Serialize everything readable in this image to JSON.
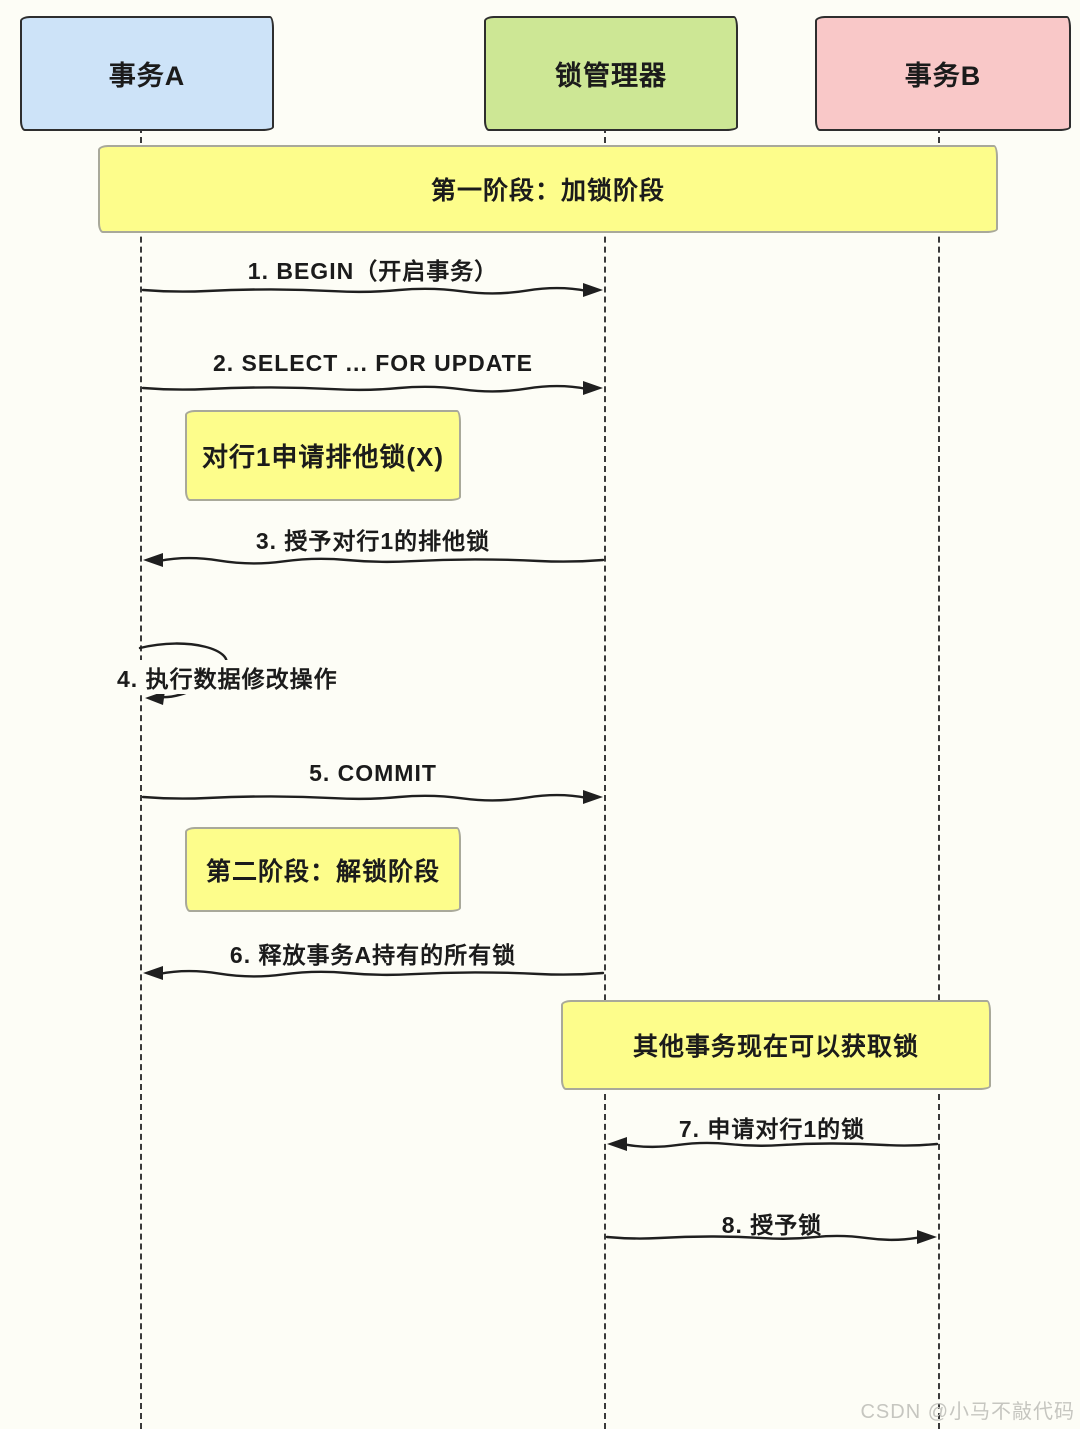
{
  "diagram": {
    "actors": [
      {
        "name": "事务A",
        "fill": "#cde3f8"
      },
      {
        "name": "锁管理器",
        "fill": "#cde795"
      },
      {
        "name": "事务B",
        "fill": "#f9c8c8"
      }
    ],
    "phases": [
      {
        "label": "第一阶段：加锁阶段"
      },
      {
        "label": "第二阶段：解锁阶段"
      }
    ],
    "notes": [
      {
        "label": "对行1申请排他锁(X)"
      },
      {
        "label": "其他事务现在可以获取锁"
      }
    ],
    "messages": [
      {
        "num": 1,
        "label": "1. BEGIN（开启事务）",
        "from": "事务A",
        "to": "锁管理器",
        "direction": "right"
      },
      {
        "num": 2,
        "label": "2. SELECT ... FOR UPDATE",
        "from": "事务A",
        "to": "锁管理器",
        "direction": "right"
      },
      {
        "num": 3,
        "label": "3. 授予对行1的排他锁",
        "from": "锁管理器",
        "to": "事务A",
        "direction": "left"
      },
      {
        "num": 4,
        "label": "4. 执行数据修改操作",
        "from": "事务A",
        "to": "事务A",
        "direction": "self"
      },
      {
        "num": 5,
        "label": "5. COMMIT",
        "from": "事务A",
        "to": "锁管理器",
        "direction": "right"
      },
      {
        "num": 6,
        "label": "6. 释放事务A持有的所有锁",
        "from": "锁管理器",
        "to": "事务A",
        "direction": "left"
      },
      {
        "num": 7,
        "label": "7. 申请对行1的锁",
        "from": "事务B",
        "to": "锁管理器",
        "direction": "left"
      },
      {
        "num": 8,
        "label": "8. 授予锁",
        "from": "锁管理器",
        "to": "事务B",
        "direction": "right"
      }
    ],
    "watermark": "CSDN @小马不敲代码",
    "colors": {
      "background": "#fdfdf6",
      "note_fill": "#fdfd8b",
      "note_border": "#a9a99a",
      "line": "#1f1f1f",
      "actor_border": "#2e2e2e",
      "watermark": "#c6c6c0"
    }
  }
}
